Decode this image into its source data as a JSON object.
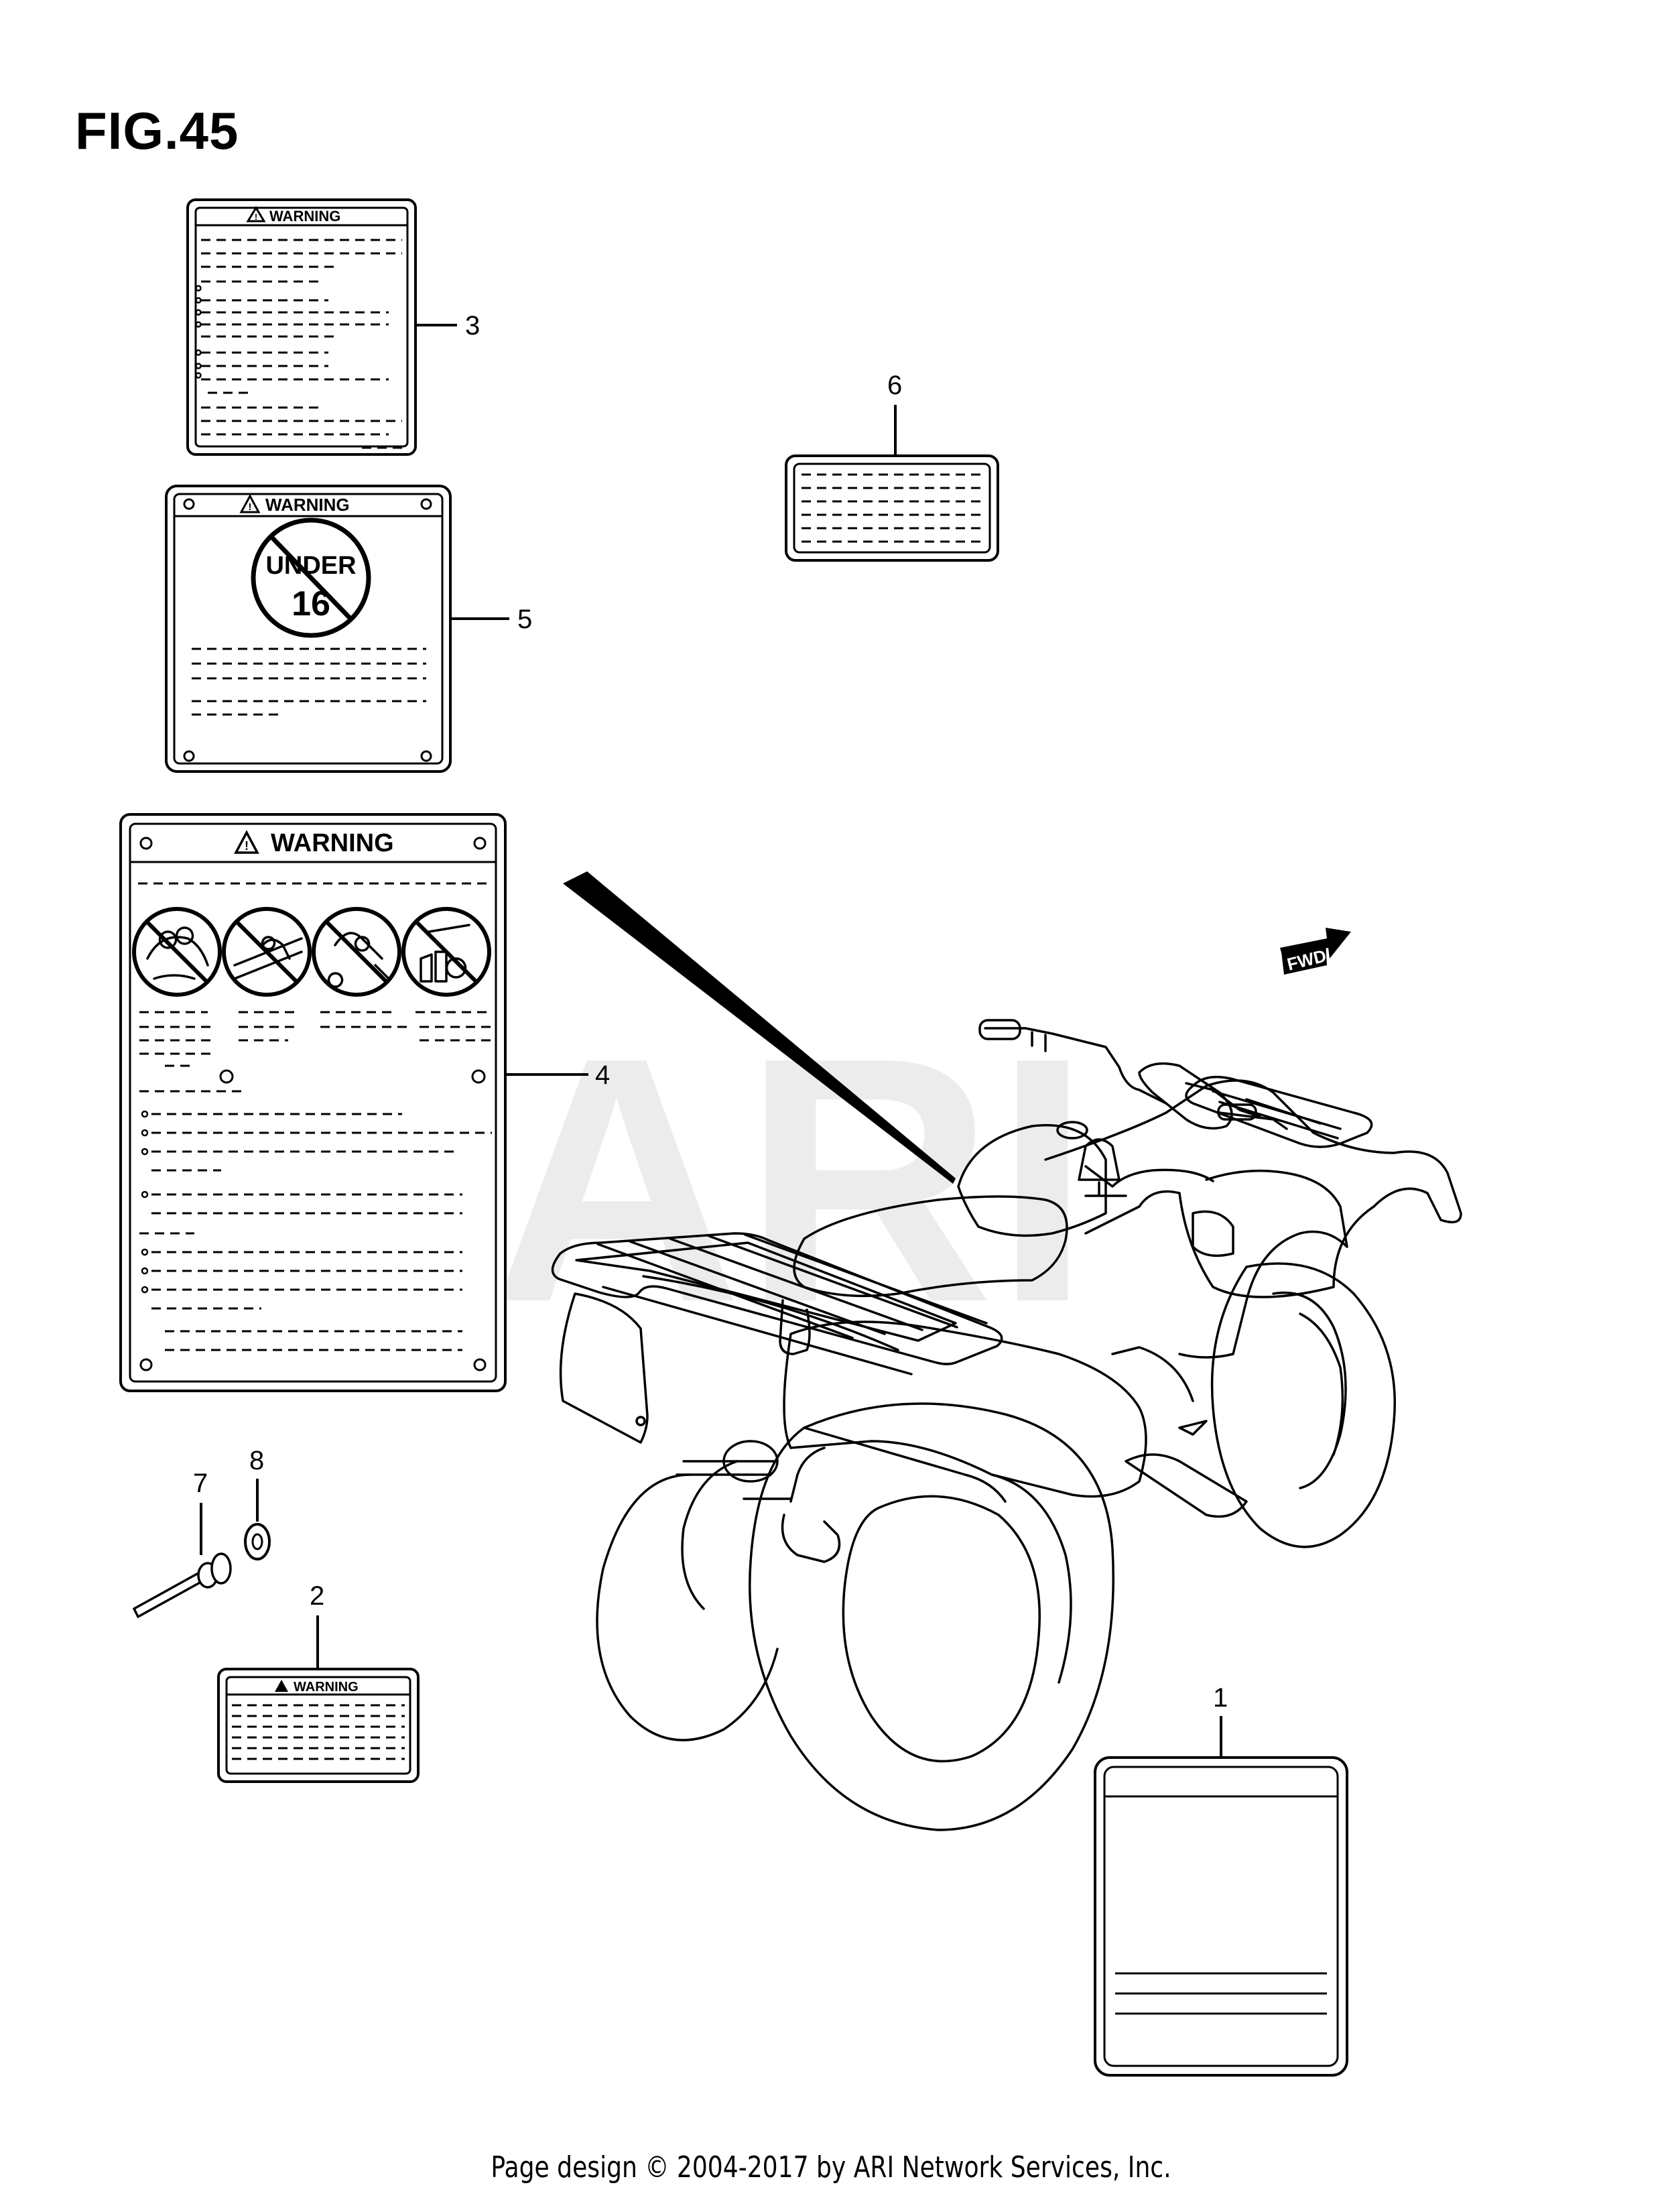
{
  "figure": {
    "title": "FIG.45"
  },
  "labels": {
    "warning_text": "WARNING",
    "under_age_sign": {
      "line1": "UNDER",
      "line2": "16"
    },
    "direction_arrow": "FWD",
    "watermark": "ARI"
  },
  "callouts": [
    {
      "number": "1",
      "part": "rectangular label"
    },
    {
      "number": "2",
      "part": "small warning label"
    },
    {
      "number": "3",
      "part": "warning label"
    },
    {
      "number": "4",
      "part": "large warning label"
    },
    {
      "number": "5",
      "part": "under 16 warning label"
    },
    {
      "number": "6",
      "part": "text label"
    },
    {
      "number": "7",
      "part": "rivet"
    },
    {
      "number": "8",
      "part": "washer"
    }
  ],
  "footer": {
    "credit": "Page design © 2004-2017 by ARI Network Services, Inc."
  }
}
